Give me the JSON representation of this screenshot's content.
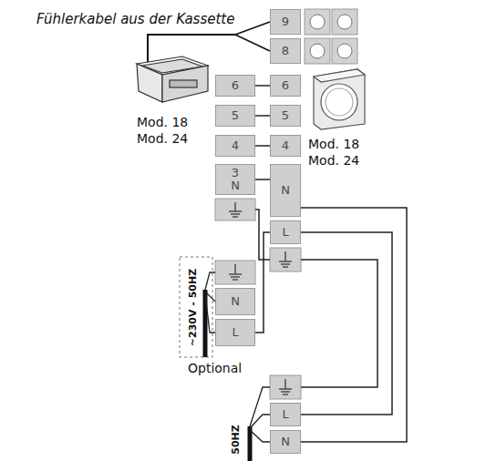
{
  "diagram": {
    "nodes": [
      {
        "text": [
          "9"
        ]
      },
      {
        "text": [
          "8"
        ]
      },
      {
        "text": [
          "6"
        ]
      },
      {
        "text": [
          "6"
        ]
      },
      {
        "text": [
          "5"
        ]
      },
      {
        "text": [
          "5"
        ]
      },
      {
        "text": [
          "4"
        ]
      },
      {
        "text": [
          "4"
        ]
      },
      {
        "text": [
          "3 N"
        ]
      },
      {
        "text": [
          "N"
        ]
      },
      {
        "text": [
          "L"
        ]
      },
      {
        "text": [
          "N"
        ]
      },
      {
        "text": [
          "L"
        ]
      },
      {
        "text": [
          "L"
        ]
      },
      {
        "text": [
          "N"
        ]
      }
    ],
    "edges": [
      {
        "from": 2,
        "to": 3,
        "arrow": "none"
      },
      {
        "from": 4,
        "to": 5,
        "arrow": "none"
      },
      {
        "from": 6,
        "to": 7,
        "arrow": "none"
      },
      {
        "from": 8,
        "to": 9,
        "arrow": "none"
      },
      {
        "from": 12,
        "to": 10,
        "arrow": "none"
      },
      {
        "from": 9,
        "to": 14,
        "arrow": "none"
      },
      {
        "from": 10,
        "to": 13,
        "arrow": "none"
      }
    ],
    "labels": [
      "Fühlerkabel aus der Kassette",
      "Mod. 18",
      "Mod. 24",
      "Mod. 18",
      "Mod. 24",
      "~230V - 50HZ",
      "Optional",
      "50HZ"
    ]
  }
}
